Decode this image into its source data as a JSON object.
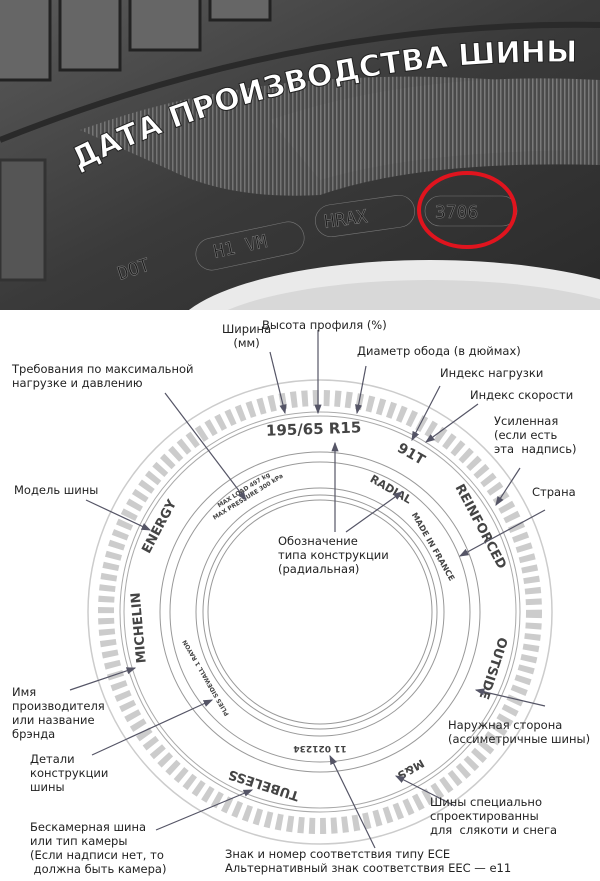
{
  "photo": {
    "caption": "ДАТА ПРОИЗВОДСТВА ШИНЫ",
    "sidewall_codes": [
      "DOT",
      "H1 VM",
      "HRAX"
    ],
    "date_code": "3706",
    "highlight_color": "#e0141e"
  },
  "tire_markings": {
    "size": "195/65 R15",
    "load_speed": "91T",
    "radial": "RADIAL",
    "reinforced": "REINFORCED",
    "country": "MADE IN FRANCE",
    "max_load_1": "MAX LOAD 497 kg",
    "max_load_2": "MAX PRESSURE 300 kPa",
    "model": "ENERGY",
    "brand": "MICHELIN",
    "plies": "PLIES SIDEWALL 1 RAYON",
    "outside": "OUTSIDE",
    "ece": "11 021234",
    "mud_snow": "M&S",
    "tubeless": "TUBELESS"
  },
  "labels": {
    "width": "Ширина\n(мм)",
    "profile": "Высота профиля (%)",
    "rim": "Диаметр обода (в дюймах)",
    "load_index": "Индекс нагрузки",
    "speed_index": "Индекс скорости",
    "reinforced": "Усиленная\n(если есть\nэта  надпись)",
    "max_load": "Требования по максимальной\nнагрузке и давлению",
    "model": "Модель шины",
    "country": "Страна",
    "construction": "Обозначение\nтипа конструкции\n(радиальная)",
    "brand": "Имя\nпроизводителя\nили название\nбрэнда",
    "details": "Детали\nконструкции\nшины",
    "outside": "Наружная сторона\n(ассиметричные шины)",
    "mud_snow": "Шины специально\nспроектированны\nдля  слякоти и снега",
    "tubeless": "Бескамерная шина\nили тип камеры\n(Если надписи нет, то\n должна быть камера)",
    "ece": "Знак и номер соответствия типу ECE\nАльтернативный знак соответствия EEC — e11"
  }
}
